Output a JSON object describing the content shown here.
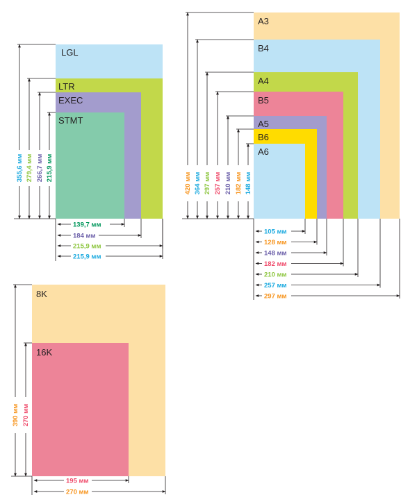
{
  "colors": {
    "peach": "#fde0a6",
    "light_blue": "#bde3f6",
    "lime": "#c2d84a",
    "lavender": "#a39ccd",
    "mint": "#84cbab",
    "pink": "#ed8498",
    "yellow": "#ffdc00",
    "line": "#231f20",
    "label_cyan": "#1aa9df",
    "label_green": "#8dc63f",
    "label_purple": "#6a5ea8",
    "label_teal": "#00965b",
    "label_orange": "#f7941d",
    "label_red": "#ef4a6a",
    "label_gray": "#4d4d4f"
  },
  "us_sizes": {
    "papers": [
      {
        "name": "LGL",
        "color": "light_blue"
      },
      {
        "name": "LTR",
        "color": "lime"
      },
      {
        "name": "EXEC",
        "color": "lavender"
      },
      {
        "name": "STMT",
        "color": "mint"
      }
    ],
    "heights": [
      {
        "text": "355,6 мм",
        "color": "label_cyan"
      },
      {
        "text": "279,4 мм",
        "color": "label_green"
      },
      {
        "text": "266,7 мм",
        "color": "label_purple"
      },
      {
        "text": "215,9 мм",
        "color": "label_teal"
      }
    ],
    "widths": [
      {
        "text": "139,7 мм",
        "color": "label_teal"
      },
      {
        "text": "184 мм",
        "color": "label_purple"
      },
      {
        "text": "215,9 мм",
        "color": "label_green"
      },
      {
        "text": "215,9 мм",
        "color": "label_cyan"
      }
    ]
  },
  "iso_sizes": {
    "papers": [
      {
        "name": "A3",
        "color": "peach"
      },
      {
        "name": "B4",
        "color": "light_blue"
      },
      {
        "name": "A4",
        "color": "lime"
      },
      {
        "name": "B5",
        "color": "pink"
      },
      {
        "name": "A5",
        "color": "lavender"
      },
      {
        "name": "B6",
        "color": "yellow"
      },
      {
        "name": "A6",
        "color": "light_blue"
      }
    ],
    "heights": [
      {
        "text": "420 мм",
        "color": "label_orange"
      },
      {
        "text": "364 мм",
        "color": "label_cyan"
      },
      {
        "text": "297 мм",
        "color": "label_green"
      },
      {
        "text": "257 мм",
        "color": "label_red"
      },
      {
        "text": "210 мм",
        "color": "label_purple"
      },
      {
        "text": "182 мм",
        "color": "label_orange"
      },
      {
        "text": "148 мм",
        "color": "label_cyan"
      }
    ],
    "widths": [
      {
        "text": "105 мм",
        "color": "label_cyan"
      },
      {
        "text": "128 мм",
        "color": "label_orange"
      },
      {
        "text": "148 мм",
        "color": "label_purple"
      },
      {
        "text": "182 мм",
        "color": "label_red"
      },
      {
        "text": "210 мм",
        "color": "label_green"
      },
      {
        "text": "257 мм",
        "color": "label_cyan"
      },
      {
        "text": "297 мм",
        "color": "label_orange"
      }
    ]
  },
  "chinese_sizes": {
    "papers": [
      {
        "name": "8K",
        "color": "peach"
      },
      {
        "name": "16K",
        "color": "pink"
      }
    ],
    "heights": [
      {
        "text": "390 мм",
        "color": "label_orange"
      },
      {
        "text": "270 мм",
        "color": "label_red"
      }
    ],
    "widths": [
      {
        "text": "195 мм",
        "color": "label_red"
      },
      {
        "text": "270 мм",
        "color": "label_orange"
      }
    ]
  }
}
